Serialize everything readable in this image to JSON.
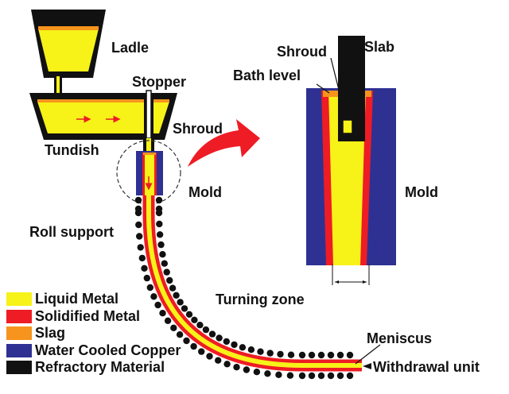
{
  "labels": {
    "ladle": "Ladle",
    "stopper": "Stopper",
    "tundish": "Tundish",
    "shroud_main": "Shroud",
    "mold_main": "Mold",
    "roll_support": "Roll support",
    "turning_zone": "Turning zone",
    "meniscus": "Meniscus",
    "withdrawal_unit": "Withdrawal unit",
    "shroud_detail": "Shroud",
    "slab": "Slab",
    "bath_level": "Bath level",
    "mold_detail": "Mold"
  },
  "legend": [
    {
      "label": "Liquid Metal",
      "color": "#f7f218"
    },
    {
      "label": "Solidified Metal",
      "color": "#ee1c24"
    },
    {
      "label": "Slag",
      "color": "#f7941d"
    },
    {
      "label": "Water Cooled Copper",
      "color": "#2e3192"
    },
    {
      "label": "Refractory Material",
      "color": "#111111"
    }
  ],
  "colors": {
    "liquid": "#f7f218",
    "solid": "#ee1c24",
    "slag": "#f7941d",
    "copper": "#2e3192",
    "refractory": "#111111"
  }
}
